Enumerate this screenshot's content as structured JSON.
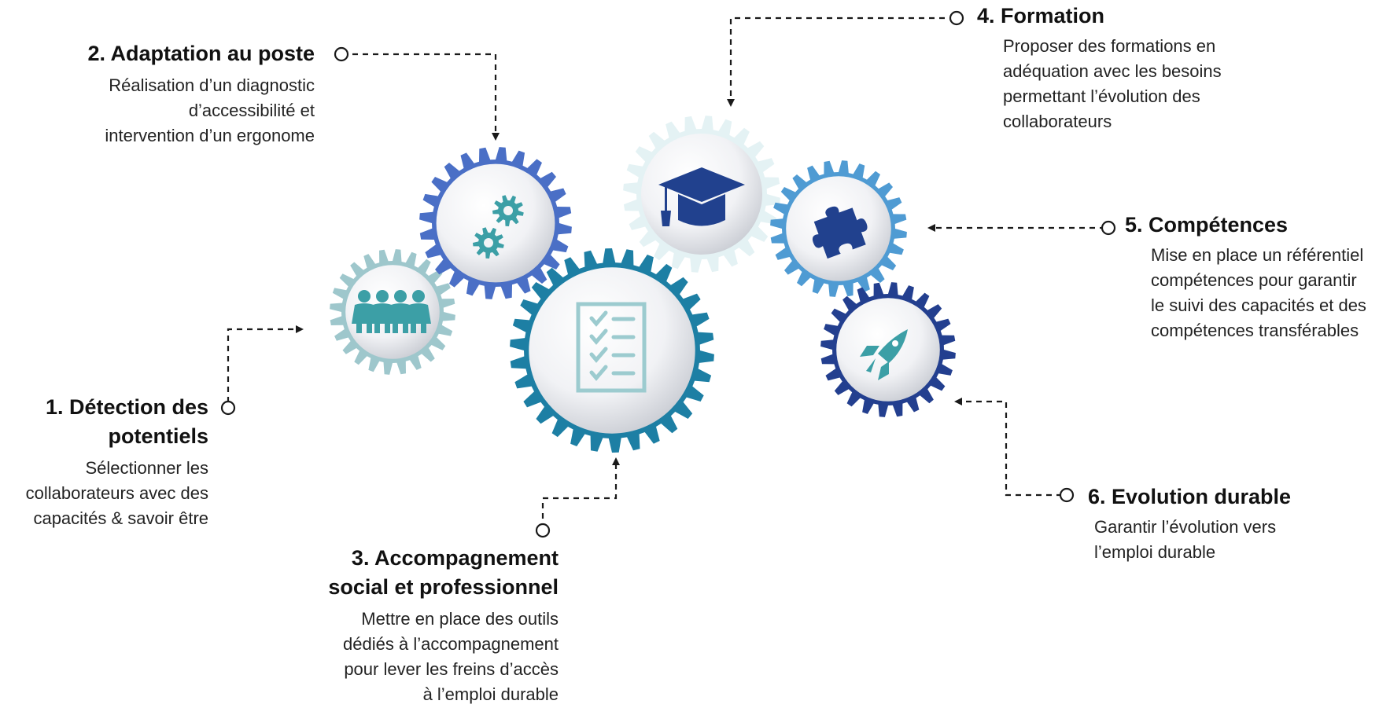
{
  "steps": [
    {
      "id": 1,
      "title": "1. Détection des potentiels",
      "title_lines": [
        "1. Détection des",
        "potentiels"
      ],
      "description_lines": [
        "Sélectionner les",
        "collaborateurs avec des",
        "capacités & savoir être"
      ],
      "icon": "people-group-icon"
    },
    {
      "id": 2,
      "title": "2. Adaptation au poste",
      "title_lines": [
        "2. Adaptation au poste"
      ],
      "description_lines": [
        "Réalisation d’un diagnostic",
        "d’accessibilité et",
        "intervention d’un ergonome"
      ],
      "icon": "gears-icon"
    },
    {
      "id": 3,
      "title": "3. Accompagnement social et professionnel",
      "title_lines": [
        "3. Accompagnement",
        "social et professionnel"
      ],
      "description_lines": [
        "Mettre en place des outils",
        "dédiés à l’accompagnement",
        "pour lever les freins d’accès",
        "à l’emploi durable"
      ],
      "icon": "checklist-icon"
    },
    {
      "id": 4,
      "title": "4. Formation",
      "title_lines": [
        "4. Formation"
      ],
      "description_lines": [
        "Proposer des formations en",
        "adéquation avec les besoins",
        "permettant l’évolution des",
        "collaborateurs"
      ],
      "icon": "graduation-cap-icon"
    },
    {
      "id": 5,
      "title": "5. Compétences",
      "title_lines": [
        "5. Compétences"
      ],
      "description_lines": [
        "Mise en place un référentiel",
        "compétences pour garantir",
        "le suivi des capacités et des",
        "compétences transférables"
      ],
      "icon": "puzzle-piece-icon"
    },
    {
      "id": 6,
      "title": "6. Evolution durable",
      "title_lines": [
        "6. Evolution durable"
      ],
      "description_lines": [
        "Garantir l’évolution vers",
        "l’emploi durable"
      ],
      "icon": "rocket-icon"
    }
  ],
  "colors": {
    "gear_teal_light": "#9ec7cc",
    "gear_blue": "#4a6fc6",
    "gear_teal_dark": "#1d7fa4",
    "gear_pale": "#e4f2f4",
    "gear_sky": "#4f9bd3",
    "gear_navy": "#233f8f",
    "icon_teal": "#3c9fa6",
    "icon_navy": "#21418e",
    "icon_pale_teal": "#9ccbcf",
    "connector": "#1a1a1a"
  }
}
